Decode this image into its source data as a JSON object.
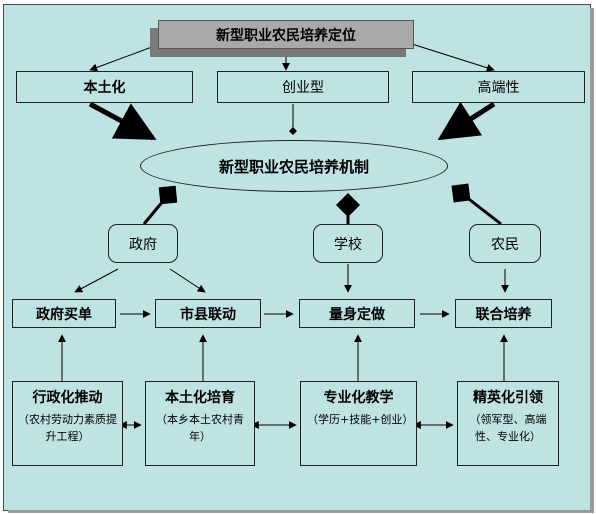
{
  "title": "新型职业农民培养定位",
  "top_row": [
    "本土化",
    "创业型",
    "高端性"
  ],
  "center": "新型职业农民培养机制",
  "actors": [
    "政府",
    "学校",
    "农民"
  ],
  "middle_row": [
    "政府买单",
    "市县联动",
    "量身定做",
    "联合培养"
  ],
  "bottom_row": [
    {
      "title": "行政化推动",
      "desc": "（农村劳动力素质提升工程）"
    },
    {
      "title": "本土化培育",
      "desc": "（本乡本土农村青年）"
    },
    {
      "title": "专业化教学",
      "desc": "（学历+技能+创业）"
    },
    {
      "title": "精英化引领",
      "desc": "（领军型、高端性、专业化）"
    }
  ],
  "colors": {
    "background": "#bfe2e2",
    "line": "#000000",
    "title_plate": "#a9a9a9"
  }
}
